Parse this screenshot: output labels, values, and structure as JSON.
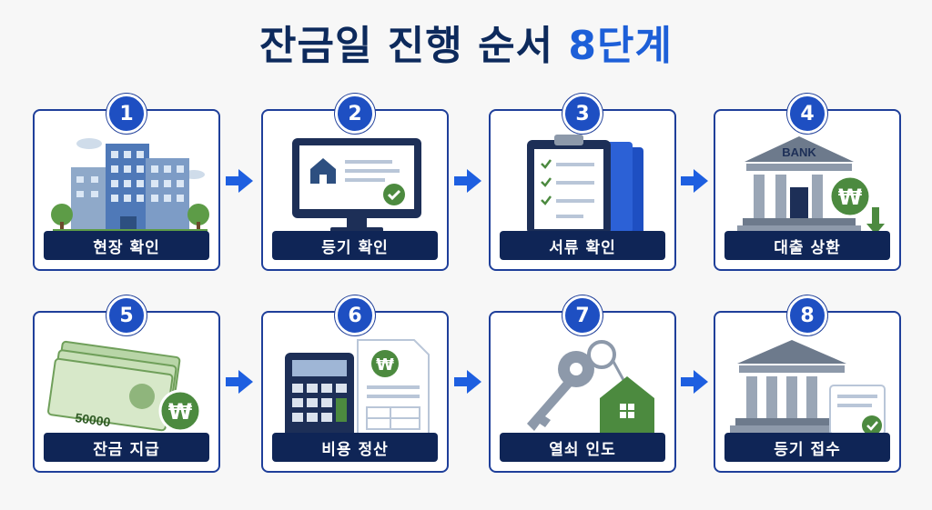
{
  "title": {
    "main": "잔금일 진행 순서",
    "highlight": "8단계"
  },
  "steps": [
    {
      "number": "1",
      "label": "현장 확인",
      "icon": "apartment-building-icon"
    },
    {
      "number": "2",
      "label": "등기 확인",
      "icon": "monitor-registry-icon"
    },
    {
      "number": "3",
      "label": "서류 확인",
      "icon": "clipboard-checklist-icon"
    },
    {
      "number": "4",
      "label": "대출 상환",
      "icon": "bank-repayment-icon",
      "bank_text": "BANK"
    },
    {
      "number": "5",
      "label": "잔금 지급",
      "icon": "banknotes-icon",
      "note_value": "50000"
    },
    {
      "number": "6",
      "label": "비용 정산",
      "icon": "calculator-invoice-icon"
    },
    {
      "number": "7",
      "label": "열쇠 인도",
      "icon": "key-house-icon"
    },
    {
      "number": "8",
      "label": "등기 접수",
      "icon": "courthouse-document-icon"
    }
  ],
  "colors": {
    "navy": "#0f2556",
    "blue": "#1e4fc2",
    "green": "#4c8a3f",
    "border": "#1f3f9a"
  }
}
